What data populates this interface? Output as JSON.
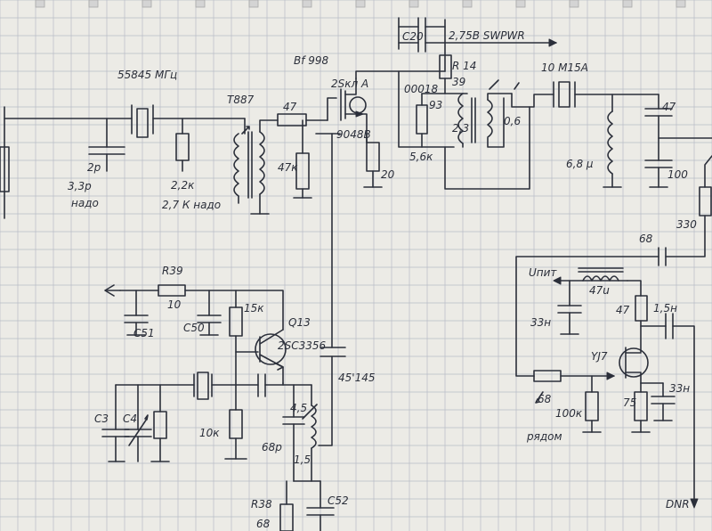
{
  "colors": {
    "paper": "#ecebe6",
    "grid": "#b9bcc6",
    "ink": "#2b2f3a",
    "spiral": "#d4d4d4"
  },
  "labels": {
    "crystal_freq": "55845 МГц",
    "c_2p": "2р",
    "c_33p": "3,3р",
    "nado": "надо",
    "r_22k": "2,2к",
    "r_27k": "2,7 К надо",
    "t887": "Т887",
    "r_47": "47",
    "r_47k": "47к",
    "bf998": "Bf 998",
    "q_2sk": "2Sкл А",
    "q_9048": "9048В",
    "r_20": "20",
    "c20": "С20",
    "pwr": "2,75В SWPWR",
    "r14": "R 14",
    "r14_val": "39",
    "c_00018": "00018",
    "c_93": "93",
    "l_23": "2,3",
    "r_56k": "5,6к",
    "l_06": "0,6",
    "xtal_10m": "10 М15А",
    "c_47": "47",
    "l_68": "6,8 µ",
    "c_100": "100",
    "r_330": "330",
    "c_68": "68",
    "r39": "R39",
    "r39_val": "10",
    "c51": "С51",
    "c50": "С50",
    "r_15k": "15к",
    "q13": "Q13",
    "q13_type": "2SC3356",
    "c_45": "45'145",
    "r_10k": "10к",
    "c3": "С3",
    "c4": "С4",
    "l_45": "4,5",
    "c_68p": "68р",
    "l_15": "1,5",
    "r38": "R38",
    "r38_val": "68",
    "c52": "С52",
    "vpit": "Uпит",
    "l_47u": "47u",
    "c_33n": "33н",
    "r_47b": "47",
    "c_15n": "1,5н",
    "yj7": "YJ7",
    "r_68b": "68",
    "r_100k": "100к",
    "r_75": "75",
    "c_33nb": "33н",
    "ryadom": "рядом",
    "dnr": "DNR"
  }
}
